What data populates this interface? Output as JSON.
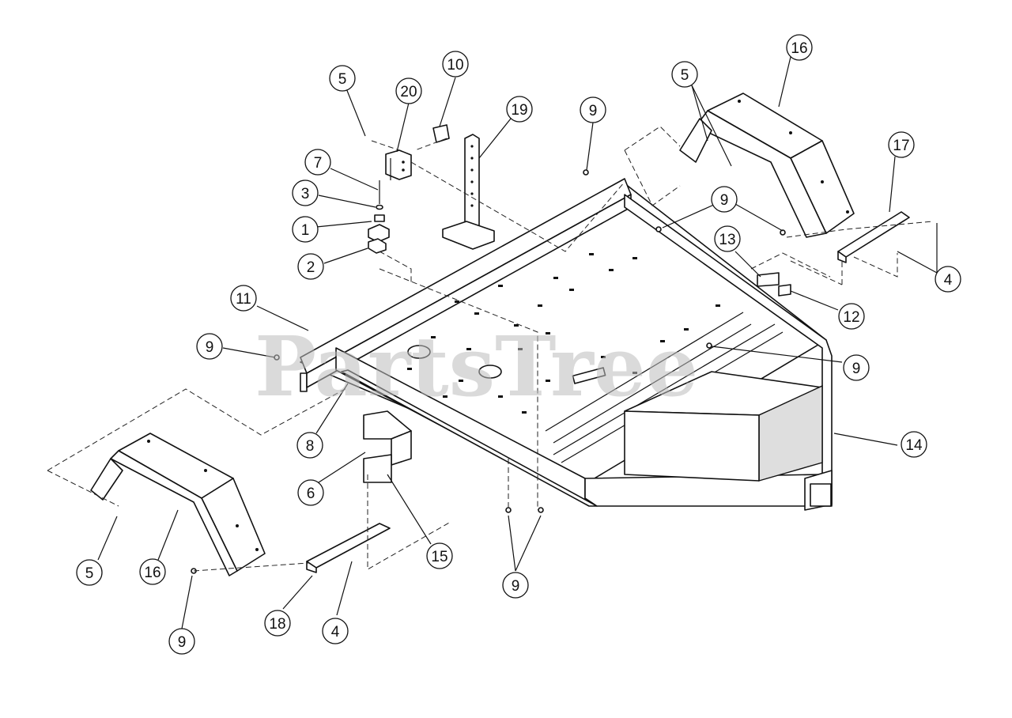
{
  "watermark": {
    "text": "PartsTree"
  },
  "callouts": [
    {
      "id": "c-5a",
      "label": "5"
    },
    {
      "id": "c-20",
      "label": "20"
    },
    {
      "id": "c-10",
      "label": "10"
    },
    {
      "id": "c-19",
      "label": "19"
    },
    {
      "id": "c-7",
      "label": "7"
    },
    {
      "id": "c-3",
      "label": "3"
    },
    {
      "id": "c-1",
      "label": "1"
    },
    {
      "id": "c-2",
      "label": "2"
    },
    {
      "id": "c-9a",
      "label": "9"
    },
    {
      "id": "c-16a",
      "label": "16"
    },
    {
      "id": "c-5b",
      "label": "5"
    },
    {
      "id": "c-17",
      "label": "17"
    },
    {
      "id": "c-9b",
      "label": "9"
    },
    {
      "id": "c-13",
      "label": "13"
    },
    {
      "id": "c-4a",
      "label": "4"
    },
    {
      "id": "c-12",
      "label": "12"
    },
    {
      "id": "c-11",
      "label": "11"
    },
    {
      "id": "c-9c",
      "label": "9"
    },
    {
      "id": "c-9d",
      "label": "9"
    },
    {
      "id": "c-8",
      "label": "8"
    },
    {
      "id": "c-14",
      "label": "14"
    },
    {
      "id": "c-6",
      "label": "6"
    },
    {
      "id": "c-15",
      "label": "15"
    },
    {
      "id": "c-5c",
      "label": "5"
    },
    {
      "id": "c-16b",
      "label": "16"
    },
    {
      "id": "c-9e",
      "label": "9"
    },
    {
      "id": "c-9f",
      "label": "9"
    },
    {
      "id": "c-18",
      "label": "18"
    },
    {
      "id": "c-4b",
      "label": "4"
    }
  ]
}
